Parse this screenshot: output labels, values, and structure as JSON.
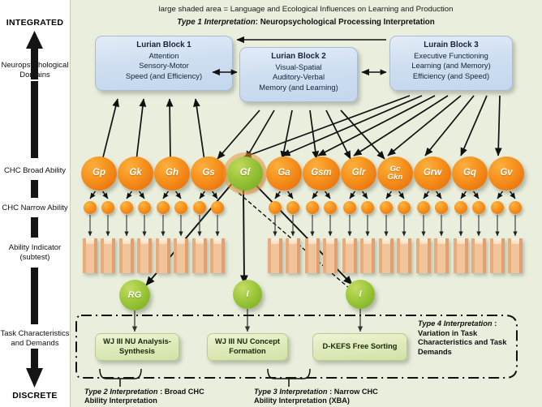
{
  "axis": {
    "top_label": "INTEGRATED",
    "bottom_label": "DISCRETE",
    "levels": [
      "Neuropsychological Domains",
      "CHC Broad Ability",
      "CHC Narrow Ability",
      "Ability Indicator (subtest)",
      "Task Characteristics and Demands"
    ],
    "level_neuro_line1": "Neuropsychological",
    "level_neuro_line2": "Domains",
    "level_broad": "CHC Broad Ability",
    "level_narrow": "CHC Narrow Ability",
    "level_indicator_line1": "Ability Indicator",
    "level_indicator_line2": "(subtest)",
    "level_task_line1": "Task Characteristics",
    "level_task_line2": "and Demands"
  },
  "captions": {
    "shaded_area_note": "large shaded area = Language and Ecological Influences on Learning and Production",
    "type1_prefix": "Type 1 Interpretation",
    "type1_rest": ": Neuropsychological Processing Interpretation",
    "type4_prefix": "Type 4 Interpretation",
    "type4_colon": " :",
    "type4_line2": "Variation in Task",
    "type4_line3": "Characteristics and Task",
    "type4_line4": "Demands",
    "type2_prefix": "Type 2 Interpretation",
    "type2_rest": " : Broad CHC",
    "type2_line2": "Ability Interpretation",
    "type3_prefix": "Type 3 Interpretation",
    "type3_rest": " : Narrow CHC",
    "type3_line2": "Ability Interpretation (XBA)"
  },
  "lurian_blocks": [
    {
      "title": "Lurian Block 1",
      "lines": [
        "Attention",
        "Sensory-Motor",
        "Speed (and Efficiency)"
      ]
    },
    {
      "title": "Lurian Block 2",
      "lines": [
        "Visual-Spatial",
        "Auditory-Verbal",
        "Memory (and Learning)"
      ]
    },
    {
      "title": "Lurain Block 3",
      "lines": [
        "Executive Functioning",
        "Learning (and Memory)",
        "Efficiency (and Speed)"
      ]
    }
  ],
  "broad_abilities": [
    {
      "label": "Gp",
      "label2": "",
      "color": "orange"
    },
    {
      "label": "Gk",
      "label2": "",
      "color": "orange"
    },
    {
      "label": "Gh",
      "label2": "",
      "color": "orange"
    },
    {
      "label": "Gs",
      "label2": "",
      "color": "orange"
    },
    {
      "label": "Gf",
      "label2": "",
      "color": "green"
    },
    {
      "label": "Ga",
      "label2": "",
      "color": "orange"
    },
    {
      "label": "Gsm",
      "label2": "",
      "color": "orange"
    },
    {
      "label": "Glr",
      "label2": "",
      "color": "orange"
    },
    {
      "label": "Gc",
      "label2": "Gkn",
      "color": "orange"
    },
    {
      "label": "Grw",
      "label2": "",
      "color": "orange"
    },
    {
      "label": "Gq",
      "label2": "",
      "color": "orange"
    },
    {
      "label": "Gv",
      "label2": "",
      "color": "orange"
    }
  ],
  "task_circles": [
    {
      "label": "RG"
    },
    {
      "label": "I"
    },
    {
      "label": "I"
    }
  ],
  "task_boxes": [
    {
      "line1": "WJ III NU Analysis-",
      "line2": "Synthesis"
    },
    {
      "line1": "WJ III NU Concept",
      "line2": "Formation"
    },
    {
      "line1": "D-KEFS Free Sorting",
      "line2": ""
    }
  ],
  "colors": {
    "shaded_bg": "#e9eedd",
    "orange": "#f79520",
    "green": "#9cc63b",
    "block_blue": "#cfdff1",
    "task_box_green": "#dfeabb",
    "bar_peach": "#f2c49c"
  }
}
